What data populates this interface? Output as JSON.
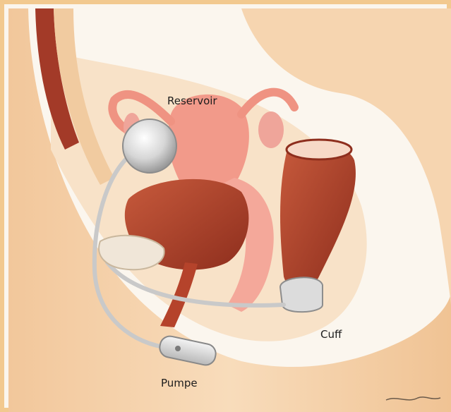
{
  "labels": {
    "reservoir": "Reservoir",
    "cuff": "Cuff",
    "pumpe": "Pumpe"
  },
  "colors": {
    "frame": "#f2c98f",
    "skin": "#f5d0a6",
    "skin_shadow": "#e8b785",
    "tissue": "#f0a08e",
    "muscle": "#b8452b",
    "device_silver": "#d9d9d9"
  }
}
